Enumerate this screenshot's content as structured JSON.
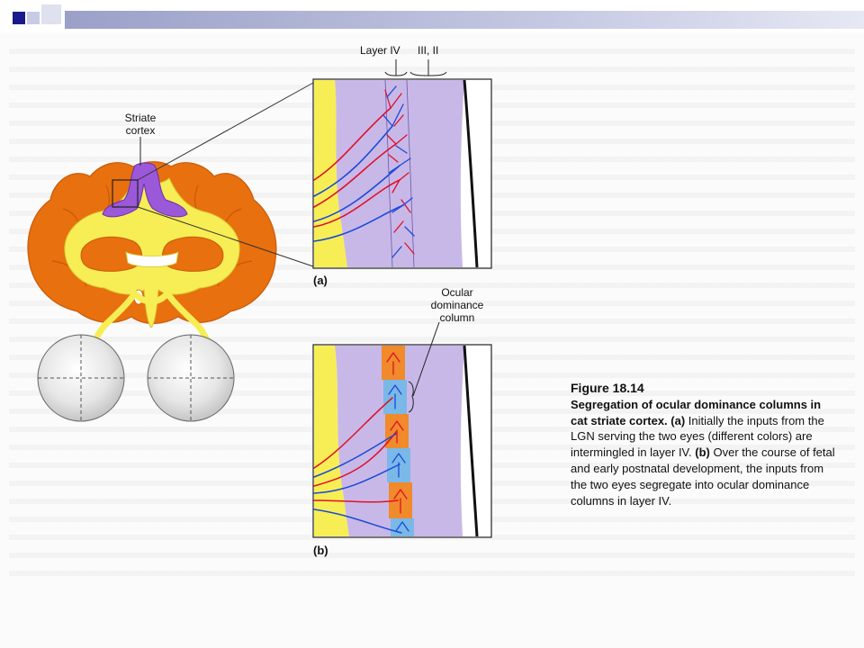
{
  "figure": {
    "labels": {
      "striate_cortex_line1": "Striate",
      "striate_cortex_line2": "cortex",
      "layer_iv": "Layer IV",
      "layers_iii_ii": "III, II",
      "panel_a": "(a)",
      "panel_b": "(b)",
      "odc_line1": "Ocular",
      "odc_line2": "dominance",
      "odc_line3": "column"
    }
  },
  "caption": {
    "title": "Figure 18.14",
    "heading": "Segregation of ocular dominance columns in cat striate cortex. (a)",
    "body_a": "Initially the inputs from the LGN serving the two eyes (different colors) are intermingled in layer IV.",
    "label_b": "(b)",
    "body_b": "Over the course of fetal and early postnatal development, the inputs from the two eyes segregate into ocular dominance columns in layer IV."
  },
  "colors": {
    "header_square": "#1a1a8c",
    "brain_outer": "#e8700f",
    "white_matter": "#f7ee55",
    "striate": "#9b58d8",
    "layer_bg": "#c8b8e8",
    "axon_red": "#e0102a",
    "axon_blue": "#1a4ad8",
    "column_orange": "#f08a2a",
    "column_blue": "#7ab8e8"
  }
}
